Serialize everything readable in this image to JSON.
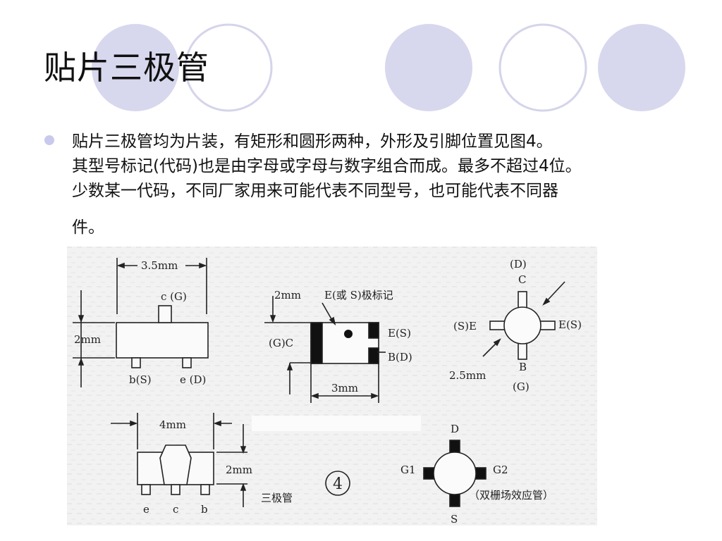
{
  "slide": {
    "title": "贴片三极管",
    "bullet": {
      "lines": [
        "贴片三极管均为片装，有矩形和圆形两种，外形及引脚位置见图4。",
        "其型号标记(代码)也是由字母或字母与数字组合而成。最多不超过4位。",
        "少数某一代码，不同厂家用来可能代表不同型号，也可能代表不同器",
        "件。"
      ]
    }
  },
  "figure": {
    "fig_a": {
      "dim_width": "3.5mm",
      "dim_height": "2mm",
      "pin_top": "c (G)",
      "pin_left": "b(S)",
      "pin_right": "e (D)"
    },
    "fig_b": {
      "dim_height": "2mm",
      "mark_note": "E(或 S)极标记",
      "pin_left": "(G)C",
      "pin_right_top": "E(S)",
      "pin_right_bottom": "B(D)",
      "dim_width": "3mm"
    },
    "fig_c": {
      "pin_top_alt": "(D)",
      "pin_top": "C",
      "pin_left": "(S)E",
      "pin_right": "E(S)",
      "pin_bottom": "B",
      "pin_bottom_alt": "(G)",
      "dim_width": "2.5mm"
    },
    "fig_d": {
      "dim_width": "4mm",
      "dim_height": "2mm",
      "pin_1": "e",
      "pin_2": "c",
      "pin_3": "b",
      "caption": "三极管"
    },
    "figure_number": "4",
    "fig_e": {
      "pin_top": "D",
      "pin_left": "G1",
      "pin_right": "G2",
      "pin_bottom": "S",
      "caption": "（双栅场效应管）"
    }
  },
  "colors": {
    "circle_fill": "#d7d7ee",
    "circle_outline": "#d4d4ea",
    "bullet": "#c9c9ee"
  }
}
